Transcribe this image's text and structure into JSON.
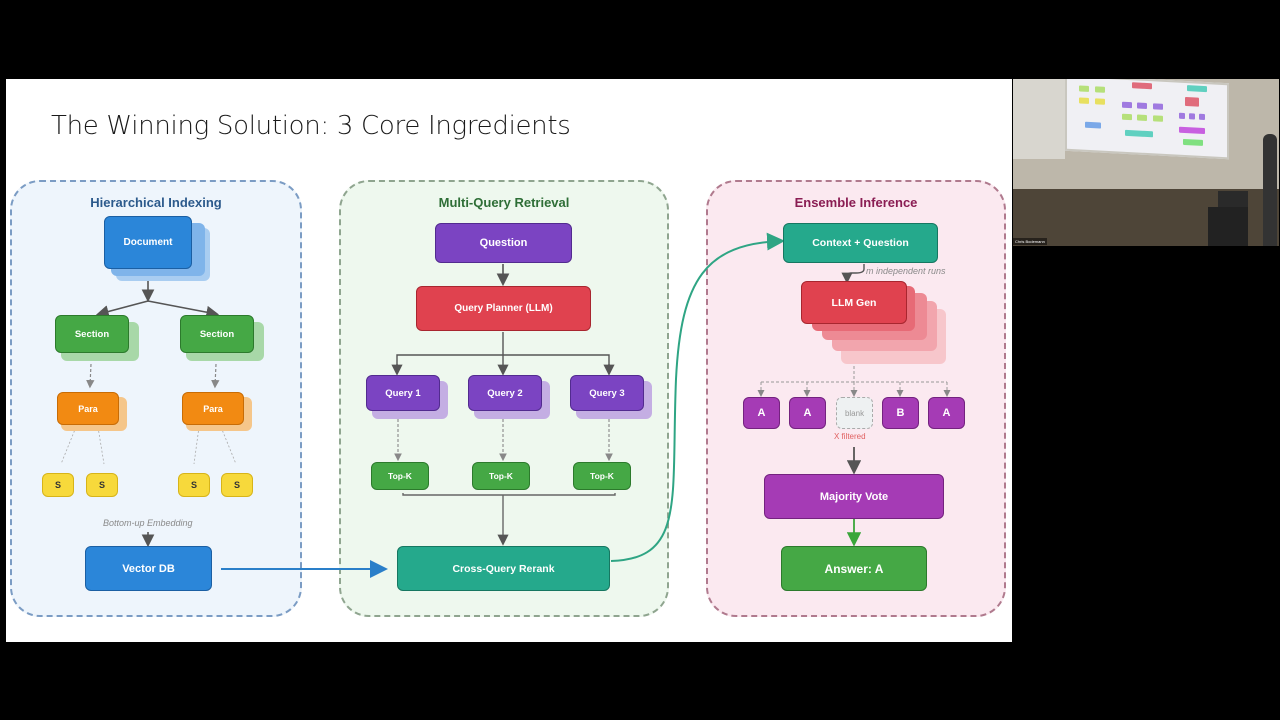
{
  "slide": {
    "title": "The Winning Solution: 3 Core Ingredients"
  },
  "colors": {
    "panel1_border": "#7b9cc4",
    "panel2_border": "#8fa58f",
    "panel3_border": "#b07a8e",
    "blue": "#2b86d9",
    "green": "#45a845",
    "orange": "#f28a12",
    "yellow": "#f7d93b",
    "purple": "#7b44c2",
    "red": "#e0424f",
    "teal": "#25a98c",
    "magenta": "#a53bb5",
    "flow_arrow_blue": "#2a7fc9",
    "flow_arrow_teal": "#2fa584"
  },
  "panels": {
    "hierarchical": {
      "title": "Hierarchical Indexing",
      "document": "Document",
      "sections": [
        "Section",
        "Section"
      ],
      "paras": [
        "Para",
        "Para"
      ],
      "sentences": [
        "S",
        "S",
        "S",
        "S"
      ],
      "annotation": "Bottom-up Embedding",
      "vector_db": "Vector DB"
    },
    "multi_query": {
      "title": "Multi-Query Retrieval",
      "question": "Question",
      "planner": "Query Planner (LLM)",
      "queries": [
        "Query 1",
        "Query 2",
        "Query 3"
      ],
      "topk": [
        "Top-K",
        "Top-K",
        "Top-K"
      ],
      "rerank": "Cross-Query Rerank"
    },
    "ensemble": {
      "title": "Ensemble Inference",
      "context": "Context + Question",
      "runs_annotation": "m independent runs",
      "llm_gen": "LLM Gen",
      "answers": [
        "A",
        "A",
        "blank",
        "B",
        "A"
      ],
      "filtered_label": "X filtered",
      "majority_vote": "Majority Vote",
      "final_answer": "Answer: A"
    }
  },
  "webcam": {
    "name_label": "Chris Bodemann"
  }
}
